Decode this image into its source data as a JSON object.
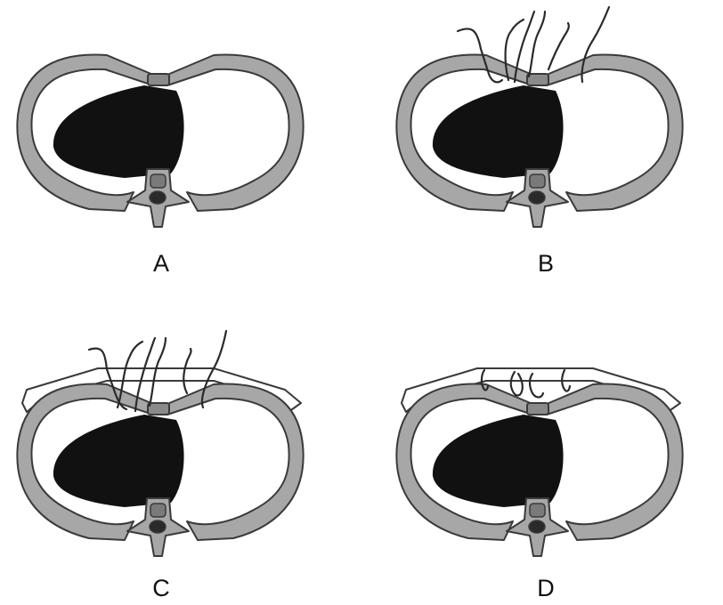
{
  "panels": [
    {
      "id": "A",
      "label": "A"
    },
    {
      "id": "B",
      "label": "B"
    },
    {
      "id": "C",
      "label": "C"
    },
    {
      "id": "D",
      "label": "D"
    }
  ],
  "colors": {
    "rib": "#a7a7a7",
    "outline": "#3a3a3a",
    "heart": "#111111",
    "plate": "#ffffff",
    "vertebra_body": "#7a7a7a",
    "vertebra_canal": "#2a2a2a",
    "suture": "#2a2a2a"
  }
}
